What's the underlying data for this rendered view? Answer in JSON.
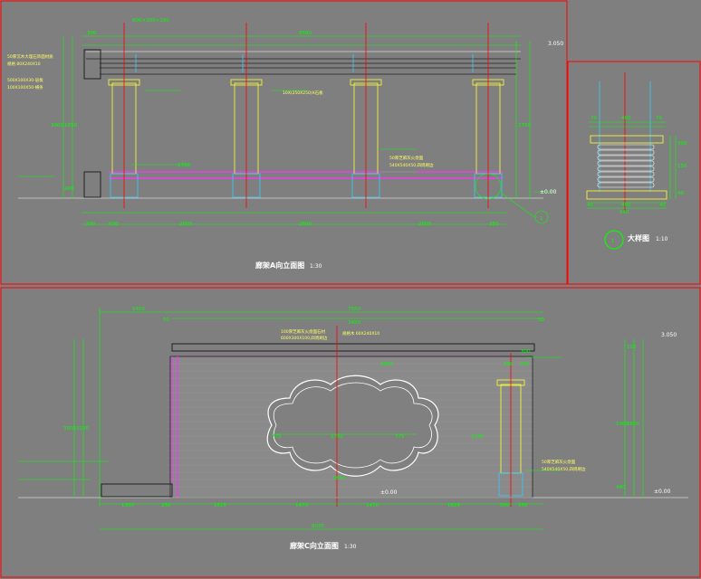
{
  "colors": {
    "background": "#7f7f7f",
    "frame": "#ff0000",
    "dimension": "#00ff00",
    "column_outline": "#ffff33",
    "beam": "#ff33ff",
    "base": "#33ccff"
  },
  "top_view": {
    "title": "廊架A向立面图",
    "scale": "1:30",
    "top_dims": [
      "300",
      "600×300×100",
      "8580"
    ],
    "bottom_dims": [
      "300",
      "600",
      "2600",
      "2600",
      "2600",
      "250"
    ],
    "heights": [
      "3000",
      "1650",
      "400",
      "2750"
    ],
    "level_top": "3.050",
    "level_ground": "±0.00",
    "span": "2700",
    "callout": "1",
    "notes": [
      "50厚沉木大理石饰面材质",
      "规格 80X240X10",
      "500X100X30-层板",
      "100X100X50-横条",
      "10X(250X250)X石板",
      "50厚芝麻灰火烧面",
      "540X540X50,四周刷边"
    ]
  },
  "detail": {
    "title": "大样图",
    "scale": "1:10",
    "dims": [
      "70",
      "400",
      "70",
      "400",
      "45",
      "45",
      "540"
    ],
    "side_dims": [
      "300",
      "150",
      "40"
    ]
  },
  "bottom_view": {
    "title": "廊架C向立面图",
    "scale": "1:30",
    "top_dims": [
      "1450",
      "7550",
      "7450",
      "50",
      "50",
      "300"
    ],
    "bottom_dims": [
      "1300",
      "250",
      "1815",
      "1470",
      "1470",
      "1825",
      "500",
      "550"
    ],
    "total": "8035",
    "inner_dims": [
      "4005",
      "775",
      "1762",
      "775",
      "2140",
      "1830",
      "300",
      "255"
    ],
    "heights": [
      "3500",
      "3100",
      "2600",
      "1900",
      "480",
      "100"
    ],
    "level_top": "3.050",
    "level_ground": "±0.00",
    "notes": [
      "100厚芝麻灰火烧面石材",
      "600X300X100,四周刷边",
      "规格木 60X240X10",
      "50厚芝麻灰火烧面",
      "540X540X50,四周刷边"
    ]
  }
}
